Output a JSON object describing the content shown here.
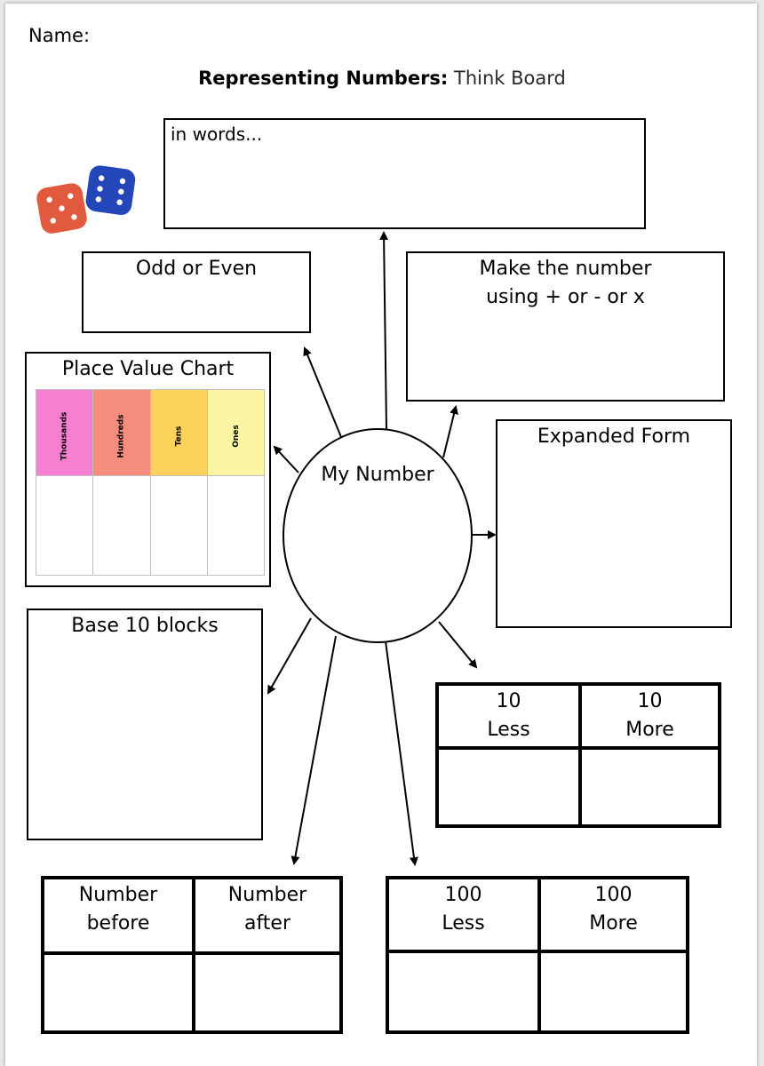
{
  "header": {
    "name_label": "Name:",
    "title_bold": "Representing Numbers:",
    "title_rest": "Think Board"
  },
  "boxes": {
    "in_words": "in words...",
    "odd_even": "Odd or Even",
    "make_number_line1": "Make the number",
    "make_number_line2": "using + or - or x",
    "place_value_title": "Place Value Chart",
    "expanded_form": "Expanded Form",
    "base10": "Base 10 blocks",
    "my_number": "My Number"
  },
  "place_value": {
    "columns": [
      {
        "label": "Thousands",
        "color": "#f77fd2"
      },
      {
        "label": "Hundreds",
        "color": "#f48d7e"
      },
      {
        "label": "Tens",
        "color": "#fcd25a"
      },
      {
        "label": "Ones",
        "color": "#fdf5a3"
      }
    ]
  },
  "grids": {
    "ten": {
      "left_line1": "10",
      "left_line2": "Less",
      "right_line1": "10",
      "right_line2": "More"
    },
    "before_after": {
      "left_line1": "Number",
      "left_line2": "before",
      "right_line1": "Number",
      "right_line2": "after"
    },
    "hundred": {
      "left_line1": "100",
      "left_line2": "Less",
      "right_line1": "100",
      "right_line2": "More"
    }
  },
  "dice_colors": {
    "red": "#e25a3d",
    "blue": "#2347b8"
  }
}
